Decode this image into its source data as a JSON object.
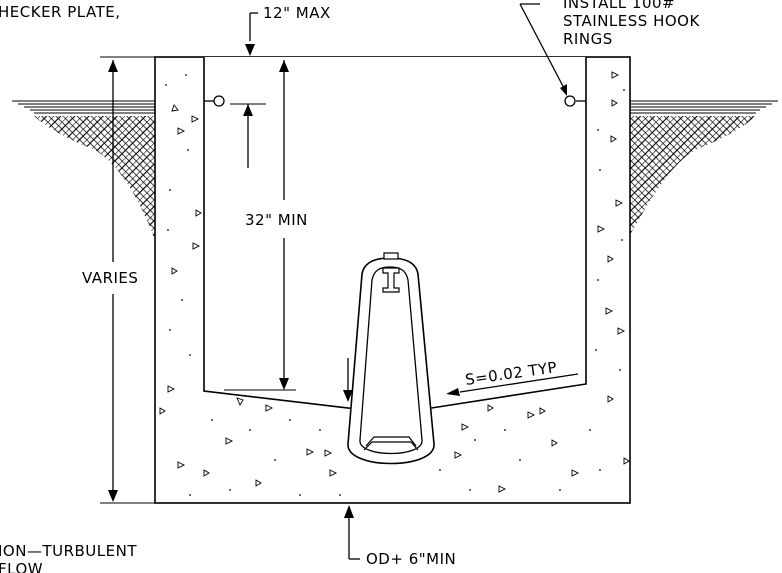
{
  "labels": {
    "checker_plate": "HECKER PLATE,",
    "twelve_max": "12\" MAX",
    "install_line1": "INSTALL 100#",
    "install_line2": "STAINLESS HOOK",
    "install_line3": "RINGS",
    "thirty_two_min": "32\" MIN",
    "varies": "VARIES",
    "slope": "S=0.02 TYP",
    "non_turbulent_line1": "ION—TURBULENT",
    "non_turbulent_line2": "FLOW",
    "od_plus": "OD+ 6\"MIN"
  }
}
